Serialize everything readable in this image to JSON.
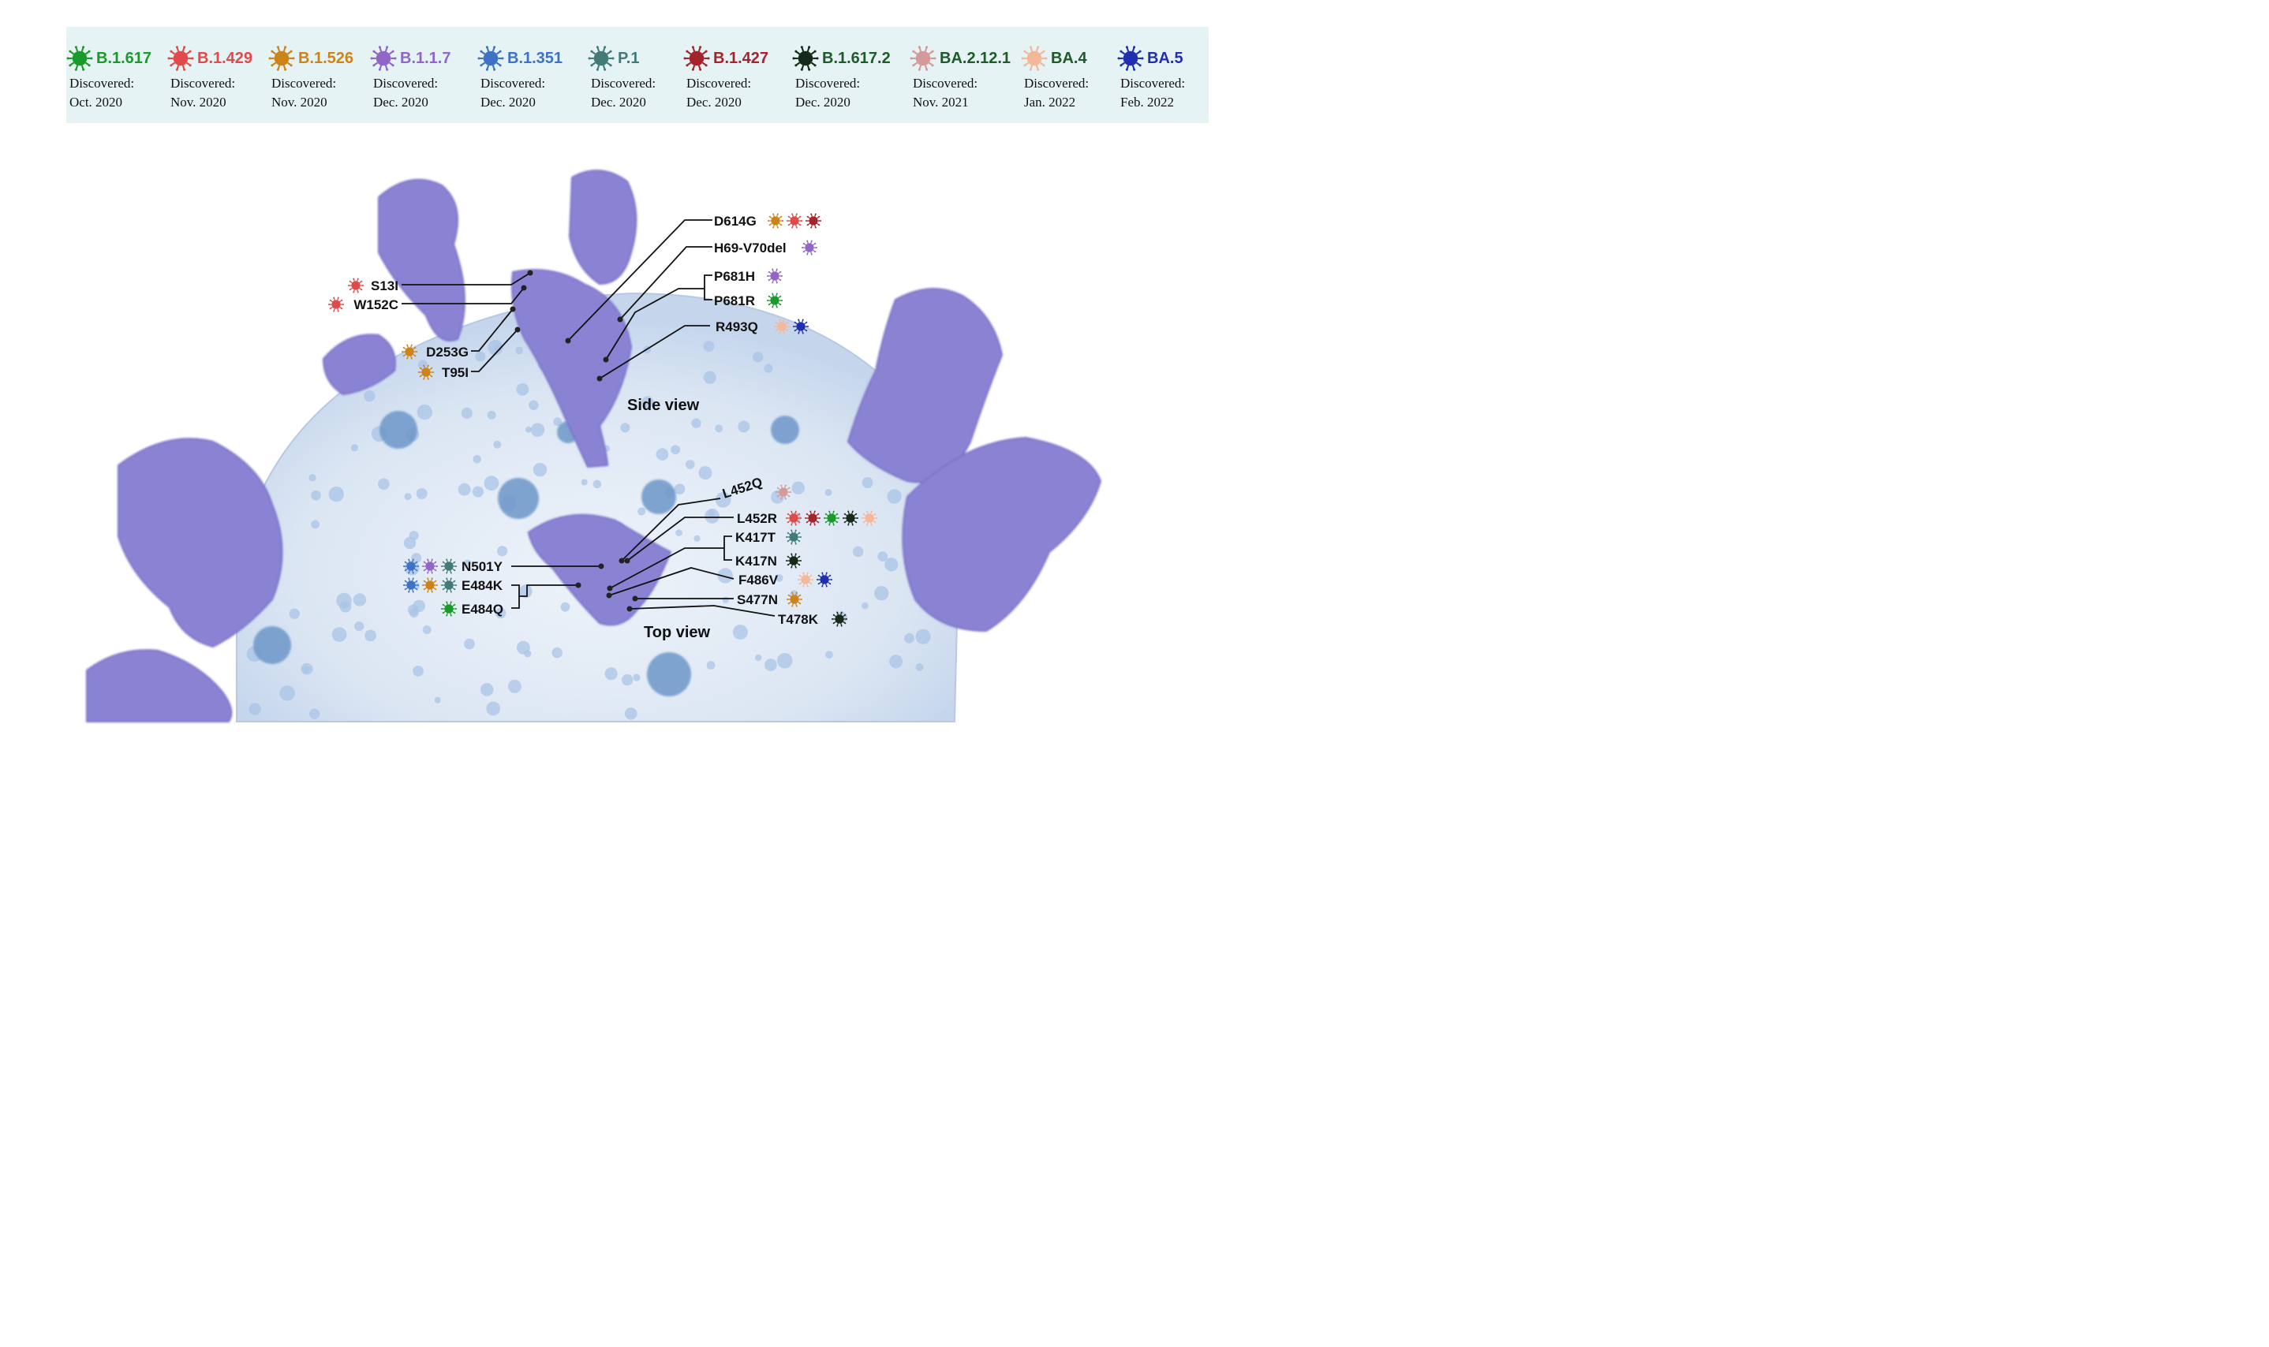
{
  "variants": [
    {
      "id": "B.1.617",
      "name": "B.1.617",
      "color": "#1a9a2a",
      "discovered_label": "Discovered:",
      "date": "Oct. 2020"
    },
    {
      "id": "B.1.429",
      "name": "B.1.429",
      "color": "#e04a4a",
      "discovered_label": "Discovered:",
      "date": "Nov. 2020"
    },
    {
      "id": "B.1.526",
      "name": "B.1.526",
      "color": "#cc8418",
      "discovered_label": "Discovered:",
      "date": "Nov. 2020"
    },
    {
      "id": "B.1.1.7",
      "name": "B.1.1.7",
      "color": "#9166c8",
      "discovered_label": "Discovered:",
      "date": "Dec. 2020"
    },
    {
      "id": "B.1.351",
      "name": "B.1.351",
      "color": "#3d72c4",
      "discovered_label": "Discovered:",
      "date": "Dec.  2020"
    },
    {
      "id": "P.1",
      "name": "P.1",
      "color": "#417a76",
      "discovered_label": "Discovered:",
      "date": "Dec.  2020"
    },
    {
      "id": "B.1.427",
      "name": "B.1.427",
      "color": "#a3242b",
      "discovered_label": "Discovered:",
      "date": "Dec. 2020"
    },
    {
      "id": "B.1.617.2",
      "name": "B.1.617.2",
      "color": "#152a18",
      "discovered_label": "Discovered:",
      "date": "Dec. 2020"
    },
    {
      "id": "BA.2.12.1",
      "name": "BA.2.12.1",
      "color": "#d49a9a",
      "discovered_label": "Discovered:",
      "date": "Nov. 2021"
    },
    {
      "id": "BA.4",
      "name": "BA.4",
      "color": "#f5b79a",
      "discovered_label": "Discovered:",
      "date": "Jan. 2022"
    },
    {
      "id": "BA.5",
      "name": "BA.5",
      "color": "#1f2fb0",
      "discovered_label": "Discovered:",
      "date": "Feb. 2022"
    }
  ],
  "legend_name_colors": {
    "B.1.617": "#1a9a2a",
    "B.1.429": "#e04a4a",
    "B.1.526": "#cc8418",
    "B.1.1.7": "#9166c8",
    "B.1.351": "#3d72c4",
    "P.1": "#417a76",
    "B.1.427": "#a3242b",
    "B.1.617.2": "#1f5a2a",
    "BA.2.12.1": "#1f5a2a",
    "BA.4": "#1f5a2a",
    "BA.5": "#1f2fb0"
  },
  "views": {
    "side": "Side view",
    "top": "Top view"
  },
  "mutations": [
    {
      "label": "D614G",
      "variants": [
        "B.1.526",
        "B.1.429",
        "B.1.427"
      ]
    },
    {
      "label": "H69-V70del",
      "variants": [
        "B.1.1.7"
      ]
    },
    {
      "label": "P681H",
      "variants": [
        "B.1.1.7"
      ]
    },
    {
      "label": "P681R",
      "variants": [
        "B.1.617"
      ]
    },
    {
      "label": "R493Q",
      "variants": [
        "BA.4",
        "BA.5"
      ]
    },
    {
      "label": "S13I",
      "variants": [
        "B.1.429"
      ]
    },
    {
      "label": "W152C",
      "variants": [
        "B.1.429"
      ]
    },
    {
      "label": "D253G",
      "variants": [
        "B.1.526"
      ]
    },
    {
      "label": "T95I",
      "variants": [
        "B.1.526"
      ]
    },
    {
      "label": "L452Q",
      "variants": [
        "BA.2.12.1"
      ]
    },
    {
      "label": "L452R",
      "variants": [
        "B.1.429",
        "B.1.427",
        "B.1.617",
        "B.1.617.2",
        "BA.4"
      ]
    },
    {
      "label": "K417T",
      "variants": [
        "P.1"
      ]
    },
    {
      "label": "K417N",
      "variants": [
        "B.1.617.2"
      ]
    },
    {
      "label": "F486V",
      "variants": [
        "BA.4",
        "BA.5"
      ]
    },
    {
      "label": "S477N",
      "variants": [
        "B.1.526"
      ]
    },
    {
      "label": "T478K",
      "variants": [
        "B.1.617.2"
      ]
    },
    {
      "label": "N501Y",
      "variants": [
        "B.1.351",
        "B.1.1.7",
        "P.1"
      ]
    },
    {
      "label": "E484K",
      "variants": [
        "B.1.351",
        "B.1.526",
        "P.1"
      ]
    },
    {
      "label": "E484Q",
      "variants": [
        "B.1.617"
      ]
    }
  ]
}
